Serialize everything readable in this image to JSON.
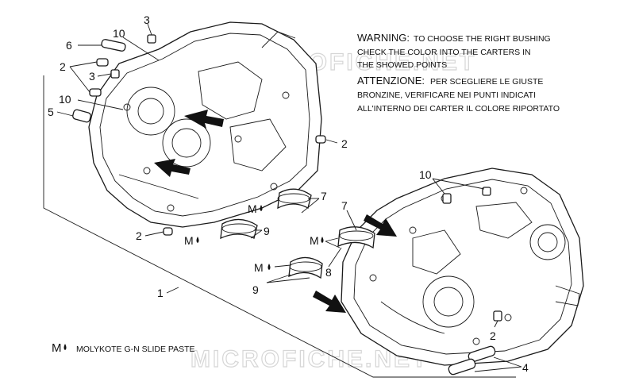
{
  "warning": {
    "en_head": "WARNING:",
    "en_l1": "TO CHOOSE THE RIGHT BUSHING",
    "en_l2": "CHECK THE COLOR INTO THE CARTERS IN",
    "en_l3": "THE SHOWED POINTS",
    "it_head": "ATTENZIONE:",
    "it_l1": "PER SCEGLIERE LE GIUSTE",
    "it_l2": "BRONZINE, VERIFICARE NEI PUNTI INDICATI",
    "it_l3": "ALL'INTERNO DEI CARTER IL COLORE RIPORTATO"
  },
  "legend": {
    "symbol": "M",
    "text": "MOLYKOTE G-N SLIDE PASTE"
  },
  "watermark": "MICROFICHE.NET",
  "callouts": [
    {
      "text": "3"
    },
    {
      "text": "10"
    },
    {
      "text": "6"
    },
    {
      "text": "2"
    },
    {
      "text": "3"
    },
    {
      "text": "10"
    },
    {
      "text": "5"
    },
    {
      "text": "2"
    },
    {
      "text": "7"
    },
    {
      "text": "M"
    },
    {
      "text": "9"
    },
    {
      "text": "M"
    },
    {
      "text": "2"
    },
    {
      "text": "1"
    },
    {
      "text": "10"
    },
    {
      "text": "7"
    },
    {
      "text": "M"
    },
    {
      "text": "8"
    },
    {
      "text": "M"
    },
    {
      "text": "9"
    },
    {
      "text": "2"
    },
    {
      "text": "4"
    }
  ]
}
